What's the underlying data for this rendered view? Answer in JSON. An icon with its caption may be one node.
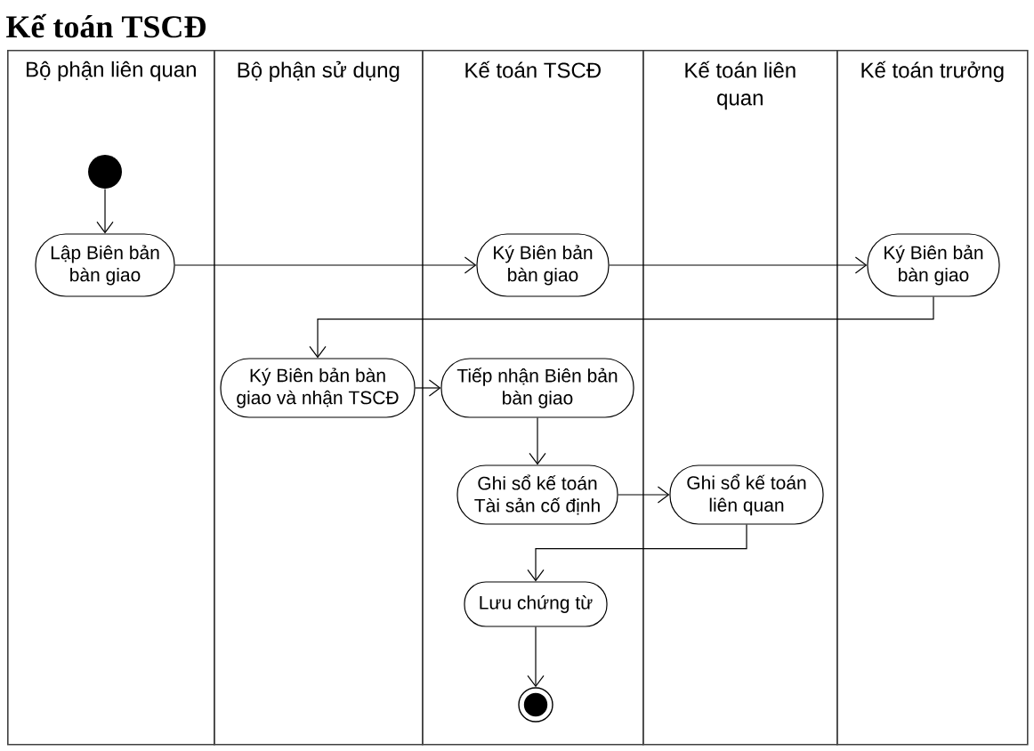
{
  "diagram": {
    "title": "Kế toán TSCĐ",
    "nodes": [
      {
        "text": [
          "Bộ phận liên quan"
        ]
      },
      {
        "text": [
          "Bộ phận sử dụng"
        ]
      },
      {
        "text": [
          "Kế toán TSCĐ"
        ]
      },
      {
        "text": [
          "Kế toán liên quan"
        ]
      },
      {
        "text": [
          "Kế toán trưởng"
        ]
      },
      {
        "text": [],
        "shape": "circle",
        "in": 0
      },
      {
        "text": [
          "Lập Biên bản bàn giao"
        ],
        "in": 0
      },
      {
        "text": [
          "Ký Biên bản bàn giao"
        ],
        "in": 2
      },
      {
        "text": [
          "Ký Biên bản bàn giao"
        ],
        "in": 4
      },
      {
        "text": [
          "Ký Biên bản bàn giao và nhận TSCĐ"
        ],
        "in": 1
      },
      {
        "text": [
          "Tiếp nhận Biên bản bàn giao"
        ],
        "in": 2
      },
      {
        "text": [
          "Ghi sổ kế toán Tài sản cố định"
        ],
        "in": 2
      },
      {
        "text": [
          "Ghi sổ kế toán liên quan"
        ],
        "in": 3
      },
      {
        "text": [
          "Lưu chứng từ"
        ],
        "in": 2
      },
      {
        "text": [],
        "shape": "bullseye",
        "in": 2
      }
    ],
    "edges": [
      {
        "from": 5,
        "to": 6,
        "arrow": "to"
      },
      {
        "from": 6,
        "to": 7,
        "arrow": "to"
      },
      {
        "from": 7,
        "to": 8,
        "arrow": "to"
      },
      {
        "from": 8,
        "to": 9,
        "arrow": "to"
      },
      {
        "from": 9,
        "to": 10,
        "arrow": "to"
      },
      {
        "from": 10,
        "to": 11,
        "arrow": "to"
      },
      {
        "from": 11,
        "to": 12,
        "arrow": "to"
      },
      {
        "from": 12,
        "to": 13,
        "arrow": "to"
      },
      {
        "from": 13,
        "to": 14,
        "arrow": "to"
      }
    ]
  }
}
